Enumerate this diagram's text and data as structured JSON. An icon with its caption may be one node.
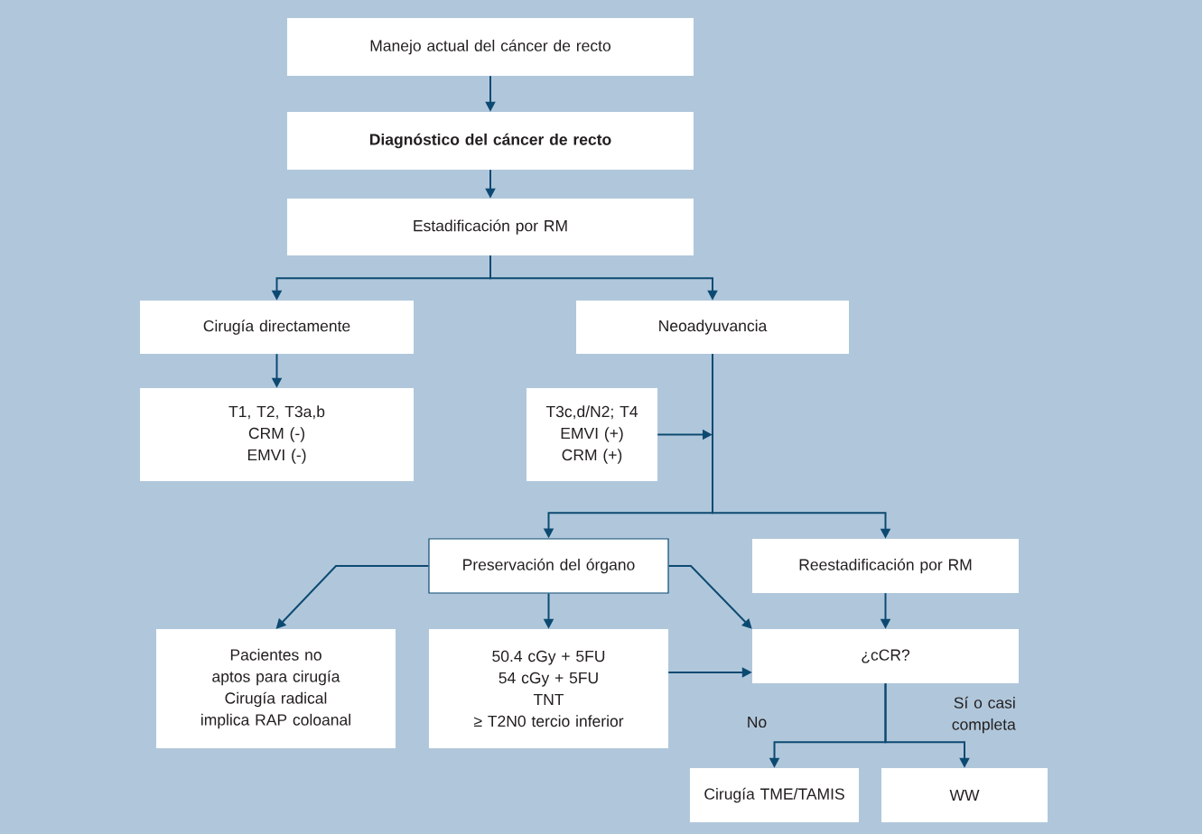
{
  "diagram": {
    "nodes": [
      {
        "text": [
          "Manejo actual del cáncer de recto"
        ]
      },
      {
        "text": [
          "Diagnóstico del cáncer de recto"
        ]
      },
      {
        "text": [
          "Estadificación por RM"
        ]
      },
      {
        "text": [
          "Cirugía directamente"
        ]
      },
      {
        "text": [
          "Neoadyuvancia"
        ]
      },
      {
        "text": [
          "T1, T2, T3a,b",
          "CRM (-)",
          "EMVI (-)"
        ]
      },
      {
        "text": [
          "T3c,d/N2; T4",
          "EMVI (+)",
          "CRM (+)"
        ]
      },
      {
        "text": [
          "Preservación del órgano"
        ]
      },
      {
        "text": [
          "Reestadificación por RM"
        ]
      },
      {
        "text": [
          "Pacientes no aptos para cirugía",
          "Cirugía radical implica RAP coloanal"
        ]
      },
      {
        "text": [
          "50.4 cGy + 5FU",
          "54 cGy + 5FU",
          "TNT",
          "≥ T2N0 tercio inferior"
        ]
      },
      {
        "text": [
          "¿cCR?"
        ]
      },
      {
        "text": [
          "Cirugía TME/TAMIS"
        ]
      },
      {
        "text": [
          "WW"
        ]
      }
    ],
    "edges": [
      {
        "from": 0,
        "to": 1,
        "arrow": "to"
      },
      {
        "from": 1,
        "to": 2,
        "arrow": "to"
      },
      {
        "from": 2,
        "to": 3,
        "arrow": "to"
      },
      {
        "from": 2,
        "to": 4,
        "arrow": "to"
      },
      {
        "from": 3,
        "to": 5,
        "arrow": "to"
      },
      {
        "from": 6,
        "to": null,
        "arrow": "to"
      },
      {
        "from": 4,
        "to": 7,
        "arrow": "to"
      },
      {
        "from": 4,
        "to": 8,
        "arrow": "to"
      },
      {
        "from": 7,
        "to": 9,
        "arrow": "to"
      },
      {
        "from": 7,
        "to": 10,
        "arrow": "to"
      },
      {
        "from": 7,
        "to": 11,
        "arrow": "to"
      },
      {
        "from": 8,
        "to": 11,
        "arrow": "to"
      },
      {
        "from": 10,
        "to": 11,
        "arrow": "to"
      },
      {
        "from": 11,
        "to": 12,
        "arrow": "to",
        "label": "No"
      },
      {
        "from": 11,
        "to": 13,
        "arrow": "to",
        "label": "Sí o casi completa"
      }
    ]
  }
}
